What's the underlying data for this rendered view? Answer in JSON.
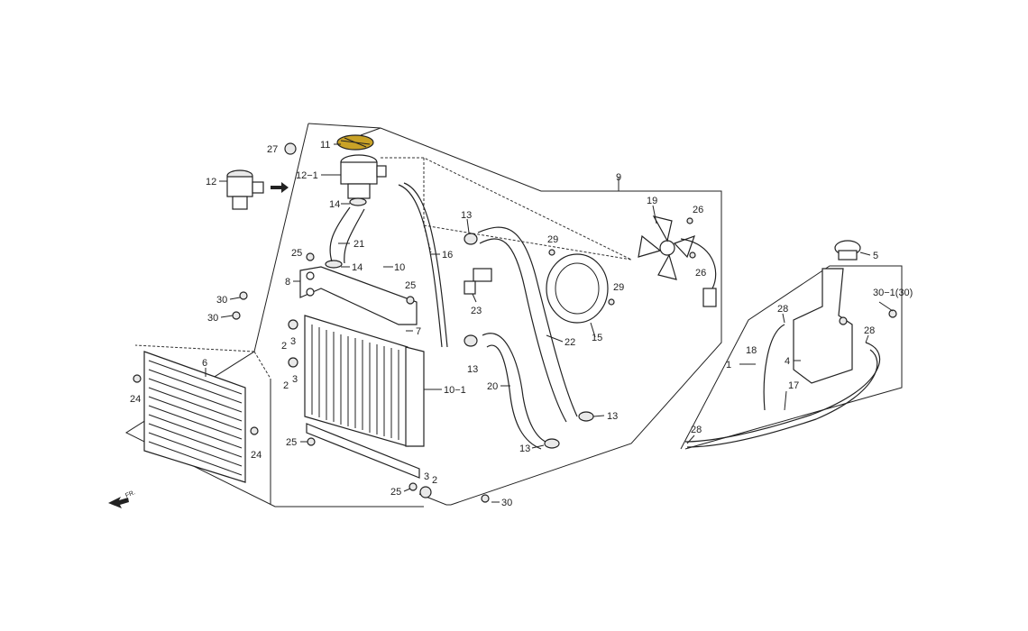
{
  "callouts": [
    {
      "id": "c11",
      "text": "11"
    },
    {
      "id": "c27",
      "text": "27"
    },
    {
      "id": "c12",
      "text": "12"
    },
    {
      "id": "c12-1",
      "text": "12−1"
    },
    {
      "id": "c14a",
      "text": "14"
    },
    {
      "id": "c21",
      "text": "21"
    },
    {
      "id": "c25a",
      "text": "25"
    },
    {
      "id": "c14b",
      "text": "14"
    },
    {
      "id": "c10",
      "text": "10"
    },
    {
      "id": "c16",
      "text": "16"
    },
    {
      "id": "c8",
      "text": "8"
    },
    {
      "id": "c25b",
      "text": "25"
    },
    {
      "id": "c30a",
      "text": "30"
    },
    {
      "id": "c30b",
      "text": "30"
    },
    {
      "id": "c7",
      "text": "7"
    },
    {
      "id": "c2a",
      "text": "2"
    },
    {
      "id": "c3a",
      "text": "3"
    },
    {
      "id": "c6",
      "text": "6"
    },
    {
      "id": "c2b",
      "text": "2"
    },
    {
      "id": "c3b",
      "text": "3"
    },
    {
      "id": "c24a",
      "text": "24"
    },
    {
      "id": "c10-1",
      "text": "10−1"
    },
    {
      "id": "c24b",
      "text": "24"
    },
    {
      "id": "c25c",
      "text": "25"
    },
    {
      "id": "c25d",
      "text": "25"
    },
    {
      "id": "c3c",
      "text": "3"
    },
    {
      "id": "c2c",
      "text": "2"
    },
    {
      "id": "c30c",
      "text": "30"
    },
    {
      "id": "c9",
      "text": "9"
    },
    {
      "id": "c13a",
      "text": "13"
    },
    {
      "id": "c29a",
      "text": "29"
    },
    {
      "id": "c23",
      "text": "23"
    },
    {
      "id": "c29b",
      "text": "29"
    },
    {
      "id": "c22",
      "text": "22"
    },
    {
      "id": "c15",
      "text": "15"
    },
    {
      "id": "c13b",
      "text": "13"
    },
    {
      "id": "c20",
      "text": "20"
    },
    {
      "id": "c13c",
      "text": "13"
    },
    {
      "id": "c13d",
      "text": "13"
    },
    {
      "id": "c19",
      "text": "19"
    },
    {
      "id": "c26a",
      "text": "26"
    },
    {
      "id": "c26b",
      "text": "26"
    },
    {
      "id": "c5",
      "text": "5"
    },
    {
      "id": "c30-1",
      "text": "30−1(30)"
    },
    {
      "id": "c28a",
      "text": "28"
    },
    {
      "id": "c18",
      "text": "18"
    },
    {
      "id": "c1",
      "text": "1"
    },
    {
      "id": "c4",
      "text": "4"
    },
    {
      "id": "c28b",
      "text": "28"
    },
    {
      "id": "c17",
      "text": "17"
    },
    {
      "id": "c28c",
      "text": "28"
    }
  ],
  "direction_marker": {
    "text": "FR.",
    "icon": "front-direction-arrow-icon"
  },
  "colors": {
    "line": "#222222",
    "cap_fill": "#c9a227",
    "background": "#ffffff"
  }
}
